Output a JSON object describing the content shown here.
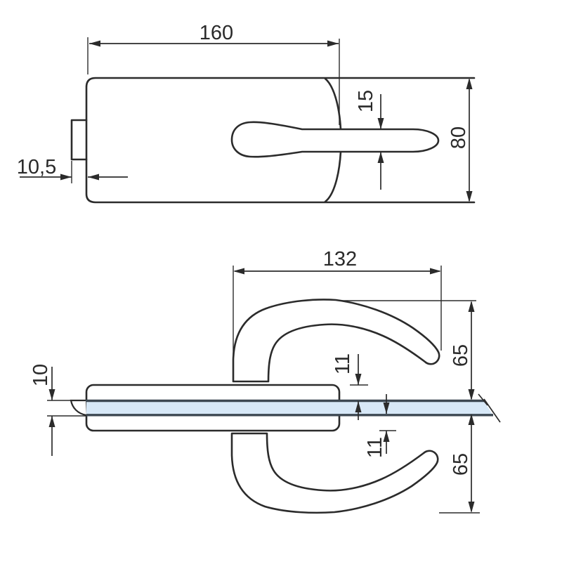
{
  "colors": {
    "background": "#ffffff",
    "line": "#2b2b2b",
    "text": "#2a2a2a",
    "glass_fill": "#d7e8f7",
    "glass_edge": "#3d4852"
  },
  "views": {
    "top": {
      "dims": {
        "length": "160",
        "tab_offset": "10,5",
        "lever_width": "15",
        "depth": "80"
      }
    },
    "side": {
      "dims": {
        "hook_reach": "132",
        "glass_thickness": "10",
        "upper_gap": "11",
        "upper_hook": "65",
        "lower_gap": "11",
        "lower_hook": "65"
      }
    }
  }
}
